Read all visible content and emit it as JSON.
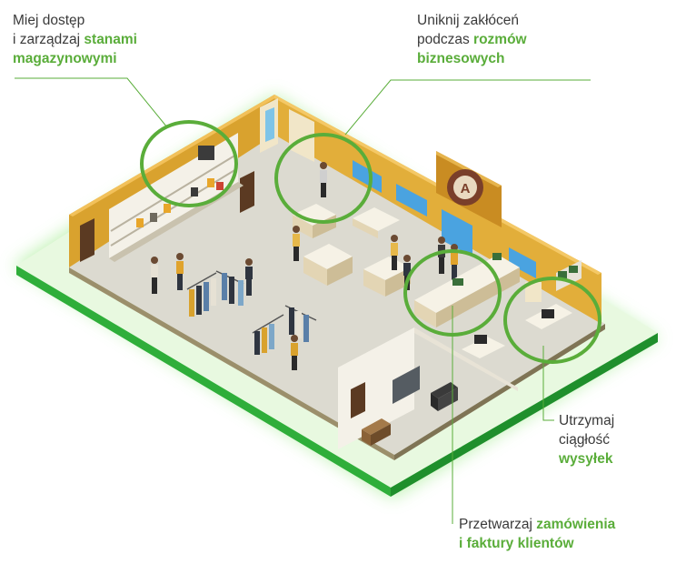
{
  "callouts": {
    "inventory": {
      "line1": "Miej dostęp",
      "line2_plain": "i zarządzaj ",
      "line2_bold": "stanami",
      "line3_bold": "magazynowymi"
    },
    "calls": {
      "line1": "Uniknij zakłóceń",
      "line2_plain": "podczas ",
      "line2_bold": "rozmów",
      "line3_bold": "biznesowych"
    },
    "shipping": {
      "line1": "Utrzymaj",
      "line2": "ciągłość",
      "line3_bold": "wysyłek"
    },
    "orders": {
      "line1_plain": "Przetwarzaj ",
      "line1_bold": "zamówienia",
      "line2_bold": "i faktury klientów"
    }
  },
  "sign": {
    "letter": "A"
  },
  "colors": {
    "accent_green": "#5aad3a",
    "floor": "#dcdad0",
    "wall_orange": "#d9a22e",
    "base_green": "#2fae3a",
    "glow_green": "#b7f0a8"
  }
}
